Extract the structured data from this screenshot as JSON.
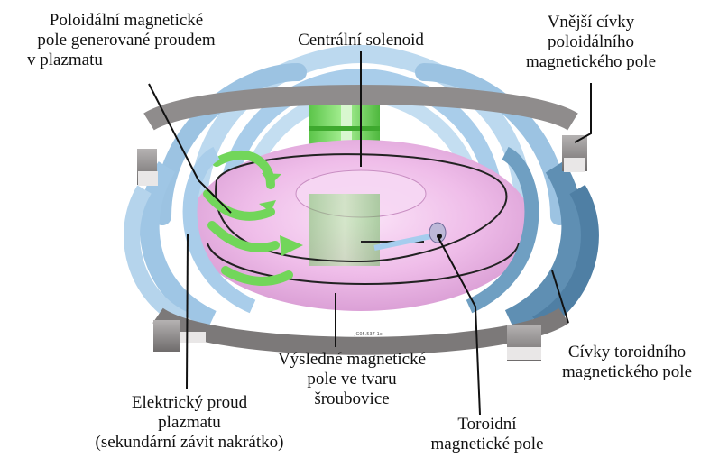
{
  "labels": {
    "poloidal_plasma": [
      "Poloidální magnetické",
      "pole generované proudem",
      "v plazmatu"
    ],
    "central_solenoid": "Centrální solenoid",
    "outer_coils": [
      "Vnější cívky",
      "poloidálního",
      "magnetického pole"
    ],
    "toroidal_coils": [
      "Cívky toroidního",
      "magnetického pole"
    ],
    "resulting_field": [
      "Výsledné magnetické",
      "pole ve tvaru",
      "šroubovice"
    ],
    "plasma_current": [
      "Elektrický proud",
      "plazmatu",
      "(sekundární závit nakrátko)"
    ],
    "toroidal_field": [
      "Toroidní",
      "magnetické pole"
    ]
  },
  "image_code": "JG05.537-1c",
  "colors": {
    "toroidal_coil": "#a9cdea",
    "toroidal_coil_dark": "#5f8fb3",
    "poloidal_coil": "#8f8c8c",
    "plasma": "#f0c4ec",
    "solenoid": "#8be07a",
    "field_arrow": "#72d65a",
    "lines": "#111111"
  }
}
